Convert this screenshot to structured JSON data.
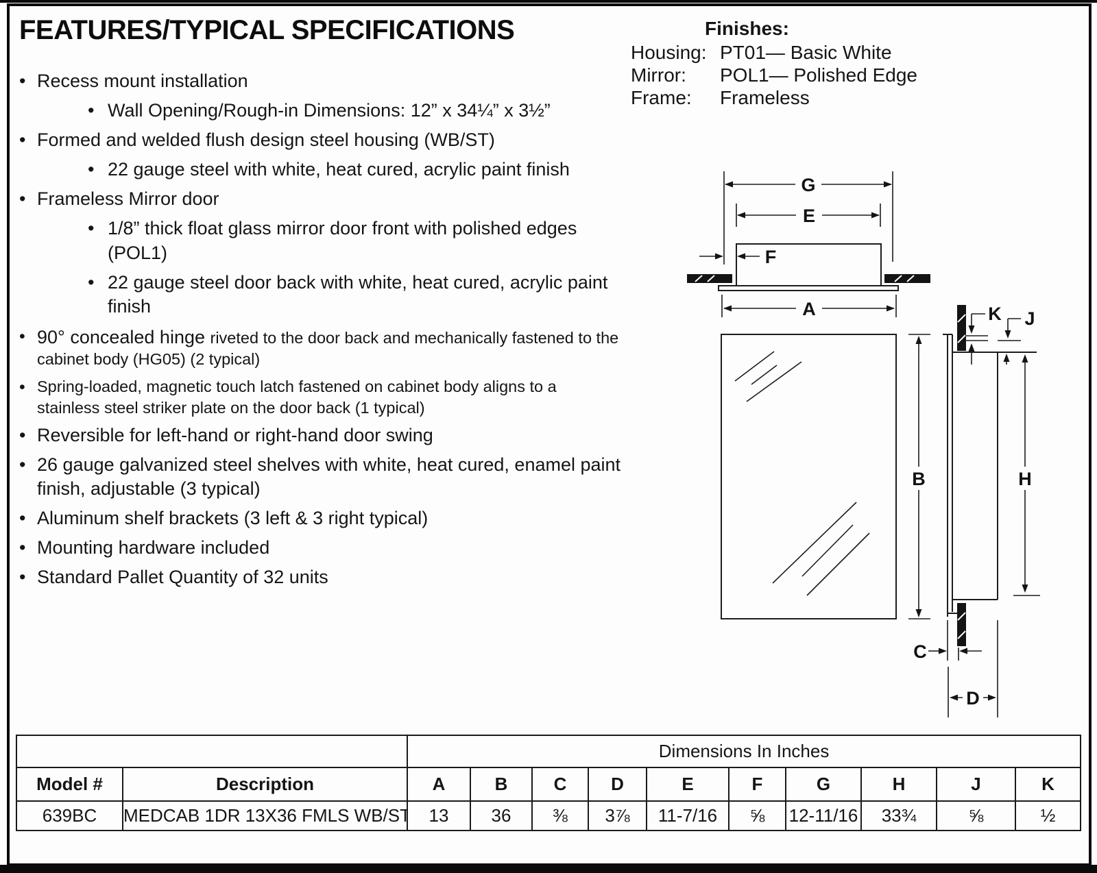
{
  "features": {
    "title": "FEATURES/TYPICAL SPECIFICATIONS",
    "items": [
      {
        "level": 1,
        "text": "Recess mount installation"
      },
      {
        "level": 2,
        "text": "Wall Opening/Rough-in Dimensions: 12” x 34¼” x 3½”"
      },
      {
        "level": 1,
        "text": "Formed and welded flush design steel housing (WB/ST)"
      },
      {
        "level": 2,
        "text": "22 gauge steel with white, heat cured, acrylic paint finish"
      },
      {
        "level": 1,
        "text": "Frameless Mirror door"
      },
      {
        "level": 2,
        "text": "1/8” thick float glass mirror door front with polished edges (POL1)"
      },
      {
        "level": 2,
        "text": "22 gauge steel door back with white, heat cured, acrylic paint finish"
      },
      {
        "level": 1,
        "small": true,
        "lead": "90° concealed hinge ",
        "text": "riveted to the door back and mechanically fastened to the cabinet body  (HG05) (2 typical)"
      },
      {
        "level": 1,
        "small": true,
        "text": "Spring-loaded, magnetic touch latch fastened on cabinet body aligns to a stainless steel striker plate on the door back (1 typical)"
      },
      {
        "level": 1,
        "text": "Reversible for left-hand or right-hand door swing"
      },
      {
        "level": 1,
        "text": "26 gauge galvanized steel shelves with white, heat cured, enamel paint finish, adjustable (3 typical)"
      },
      {
        "level": 1,
        "text": "Aluminum shelf brackets (3 left & 3 right typical)"
      },
      {
        "level": 1,
        "text": "Mounting hardware included"
      },
      {
        "level": 1,
        "text": "Standard Pallet Quantity of 32 units"
      }
    ]
  },
  "finishes": {
    "heading": "Finishes:",
    "rows": [
      {
        "label": "Housing:",
        "value": "PT01— Basic White"
      },
      {
        "label": "Mirror:",
        "value": "POL1— Polished Edge"
      },
      {
        "label": "Frame:",
        "value": "Frameless"
      }
    ]
  },
  "diagram": {
    "labels": {
      "A": "A",
      "B": "B",
      "C": "C",
      "D": "D",
      "E": "E",
      "F": "F",
      "G": "G",
      "H": "H",
      "J": "J",
      "K": "K"
    }
  },
  "table": {
    "span_header": "Dimensions In Inches",
    "columns": [
      "Model #",
      "Description",
      "A",
      "B",
      "C",
      "D",
      "E",
      "F",
      "G",
      "H",
      "J",
      "K"
    ],
    "rows": [
      [
        "639BC",
        "MEDCAB 1DR 13X36 FMLS WB/ST",
        "13",
        "36",
        "⅜",
        "3⅞",
        "11-7/16",
        "⅝",
        "12-11/16",
        "33¾",
        "⅝",
        "½"
      ]
    ]
  }
}
